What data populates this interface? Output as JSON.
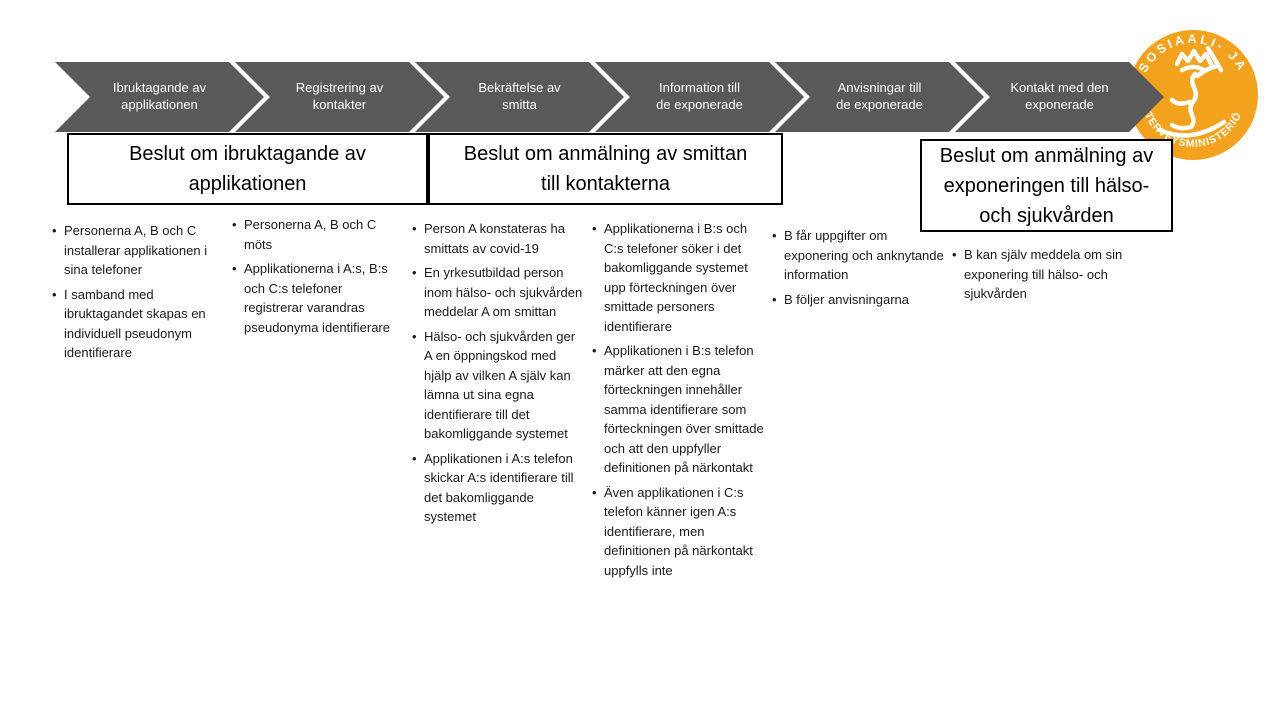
{
  "colors": {
    "chevron": "#595959",
    "chevron-text": "#ffffff",
    "box-border": "#000000",
    "text": "#1a1a1a",
    "logo-orange": "#F2A21D",
    "logo-emblem": "#ffffff"
  },
  "process_steps": [
    {
      "label": "Ibruktagande av\napplikationen"
    },
    {
      "label": "Registrering av\nkontakter"
    },
    {
      "label": "Bekräftelse av\nsmitta"
    },
    {
      "label": "Information till\nde exponerade"
    },
    {
      "label": "Anvisningar till\nde exponerade"
    },
    {
      "label": "Kontakt med den\nexponerade"
    }
  ],
  "decision_boxes": [
    {
      "title": "Beslut om ibruktagande av\napplikationen"
    },
    {
      "title": "Beslut om anmälning av smittan\ntill kontakterna"
    },
    {
      "title": "Beslut om anmälning av\nexponeringen till hälso-\noch sjukvården"
    }
  ],
  "columns": [
    {
      "bullets": [
        "Personerna A, B och C installerar applikationen i sina telefoner",
        "I samband med ibruktagandet skapas en individuell pseudonym identifierare"
      ]
    },
    {
      "bullets": [
        "Personerna A, B och C möts",
        "Applikationerna i A:s, B:s och C:s telefoner registrerar varandras pseudonyma identifierare"
      ]
    },
    {
      "bullets": [
        "Person A konstateras ha smittats av covid-19",
        "En yrkesutbildad person inom hälso- och sjukvården meddelar A om smittan",
        "Hälso- och sjukvården ger A en öppningskod med hjälp av vilken A själv kan lämna ut sina egna identifierare till det bakomliggande systemet",
        "Applikationen i A:s telefon skickar A:s identifierare till det bakomliggande systemet"
      ]
    },
    {
      "bullets": [
        "Applikationerna i B:s och C:s telefoner söker i det bakomliggande systemet upp förteckningen över smittade personers identifierare",
        "Applikationen i B:s telefon märker att den egna förteckningen innehåller samma identifierare som förteckningen över smittade och att den uppfyller definitionen på närkontakt",
        "Även applikationen i C:s telefon känner igen A:s identifierare, men definitionen på närkontakt uppfylls inte"
      ]
    },
    {
      "bullets": [
        "B får uppgifter om exponering och anknytande information",
        "B följer anvisningarna"
      ]
    },
    {
      "bullets": [
        "B kan själv meddela om sin exponering till hälso- och sjukvården"
      ]
    }
  ],
  "logo": {
    "text_top": "SOSIAALI- JA",
    "text_bottom": "TERVEYSMINISTERIÖ"
  }
}
